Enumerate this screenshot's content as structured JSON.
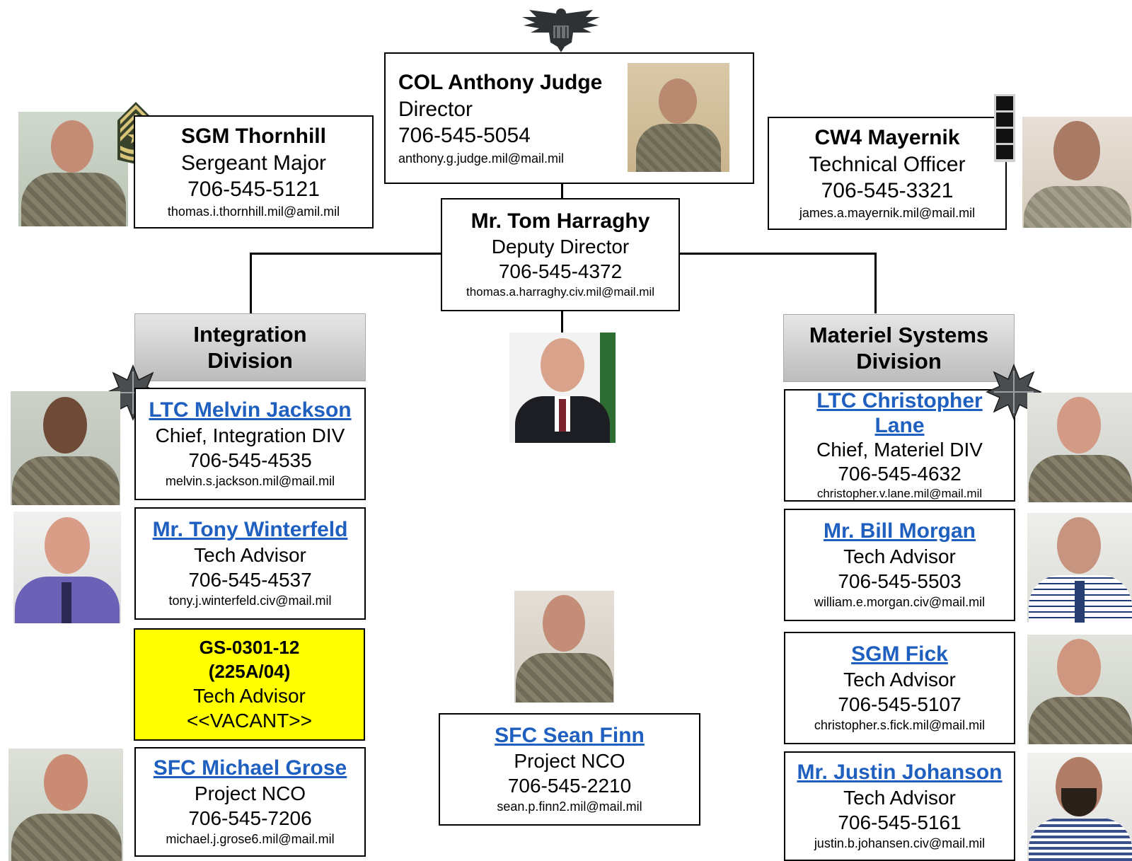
{
  "director": {
    "name": "COL Anthony Judge",
    "title": "Director",
    "phone": "706-545-5054",
    "email": "anthony.g.judge.mil@mail.mil"
  },
  "sgm": {
    "name": "SGM Thornhill",
    "title": "Sergeant Major",
    "phone": "706-545-5121",
    "email": "thomas.i.thornhill.mil@amil.mil"
  },
  "cw4": {
    "name": "CW4 Mayernik",
    "title": "Technical Officer",
    "phone": "706-545-3321",
    "email": "james.a.mayernik.mil@mail.mil"
  },
  "deputy": {
    "name": "Mr. Tom Harraghy",
    "title": "Deputy Director",
    "phone": "706-545-4372",
    "email": "thomas.a.harraghy.civ.mil@mail.mil"
  },
  "integration": {
    "header_line1": "Integration",
    "header_line2": "Division",
    "members": [
      {
        "name": "LTC Melvin Jackson",
        "title": "Chief, Integration DIV",
        "phone": "706-545-4535",
        "email": "melvin.s.jackson.mil@mail.mil"
      },
      {
        "name": "Mr. Tony Winterfeld",
        "title": "Tech Advisor",
        "phone": "706-545-4537",
        "email": "tony.j.winterfeld.civ@mail.mil"
      },
      {
        "name_line1": "GS-0301-12",
        "name_line2": "(225A/04)",
        "title": "Tech Advisor",
        "status": "<<VACANT>>"
      },
      {
        "name": "SFC Michael Grose",
        "title": "Project NCO",
        "phone": "706-545-7206",
        "email": "michael.j.grose6.mil@mail.mil"
      }
    ]
  },
  "materiel": {
    "header_line1": "Materiel Systems",
    "header_line2": "Division",
    "members": [
      {
        "name_line1": "LTC Christopher",
        "name_line2": "Lane",
        "title": "Chief, Materiel DIV",
        "phone": "706-545-4632",
        "email": "christopher.v.lane.mil@mail.mil"
      },
      {
        "name": "Mr. Bill Morgan",
        "title": "Tech Advisor",
        "phone": "706-545-5503",
        "email": "william.e.morgan.civ@mail.mil"
      },
      {
        "name": "SGM Fick",
        "title": "Tech Advisor",
        "phone": "706-545-5107",
        "email": "christopher.s.fick.mil@mail.mil"
      },
      {
        "name": "Mr. Justin Johanson",
        "title": "Tech Advisor",
        "phone": "706-545-5161",
        "email": "justin.b.johansen.civ@mail.mil"
      }
    ]
  },
  "ncoFinn": {
    "name": "SFC Sean Finn",
    "title": "Project NCO",
    "phone": "706-545-2210",
    "email": "sean.p.finn2.mil@mail.mil"
  },
  "colors": {
    "link": "#1f5fbf",
    "vacant": "#ffff00",
    "header_bg": "#cfcfcf"
  },
  "icons": [
    "colonel-eagle-icon",
    "sergeant-major-chevron-icon",
    "chief-warrant-4-insignia-icon",
    "oak-leaf-icon"
  ]
}
